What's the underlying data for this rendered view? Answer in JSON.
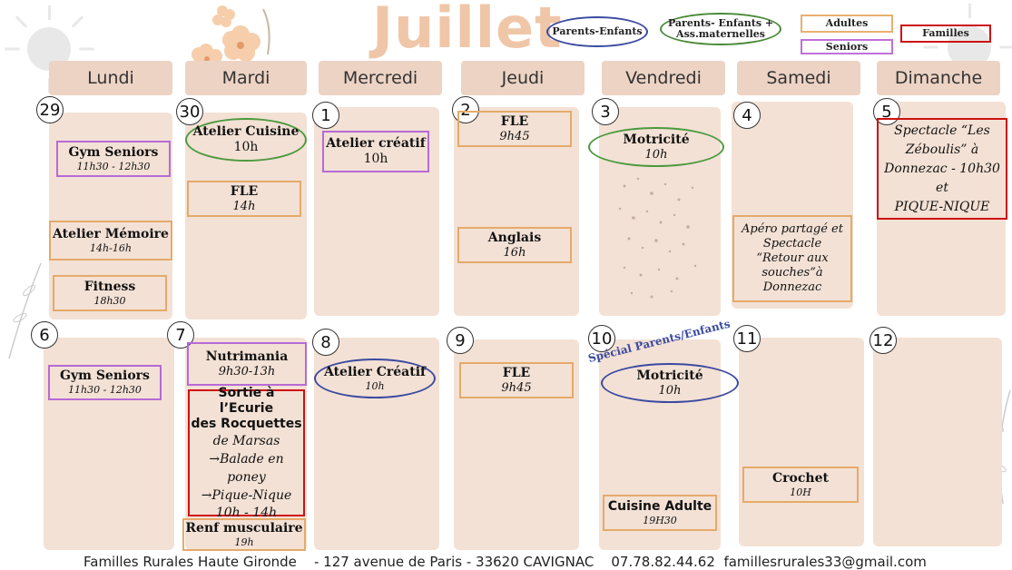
{
  "title": "Juillet",
  "legend": {
    "parents_enfants": "Parents-Enfants",
    "parents_enfants_ass": "Parents- Enfants + Ass.maternelles",
    "adultes": "Adultes",
    "seniors": "Seniors",
    "familles": "Familles"
  },
  "days": [
    "Lundi",
    "Mardi",
    "Mercredi",
    "Jeudi",
    "Vendredi",
    "Samedi",
    "Dimanche"
  ],
  "week1": {
    "nums": [
      "29",
      "30",
      "1",
      "2",
      "3",
      "4",
      "5"
    ],
    "lundi": {
      "e1": {
        "title": "Gym Seniors",
        "time": "11h30 - 12h30"
      },
      "e2": {
        "title": "Atelier Mémoire",
        "time": "14h-16h"
      },
      "e3": {
        "title": "Fitness",
        "time": "18h30"
      }
    },
    "mardi": {
      "e1": {
        "title": "Atelier Cuisine",
        "time": "10h"
      },
      "e2": {
        "title": "FLE",
        "time": "14h"
      }
    },
    "mercredi": {
      "e1": {
        "title": "Atelier créatif",
        "time": "10h"
      }
    },
    "jeudi": {
      "e1": {
        "title": "FLE",
        "time": "9h45"
      },
      "e2": {
        "title": "Anglais",
        "time": "16h"
      }
    },
    "vendredi": {
      "e1": {
        "title": "Motricité",
        "time": "10h"
      }
    },
    "samedi": {
      "e1": {
        "text": "Apéro partagé et Spectacle “Retour aux souches”à Donnezac"
      }
    },
    "dimanche": {
      "e1": {
        "text1": "Spectacle “Les Zéboulis” à Donnezac - 10h30",
        "text2": "et",
        "text3": "PIQUE-NIQUE"
      }
    }
  },
  "week2": {
    "nums": [
      "6",
      "7",
      "8",
      "9",
      "10",
      "11",
      "12"
    ],
    "lundi": {
      "e1": {
        "title": "Gym Seniors",
        "time": "11h30 - 12h30"
      }
    },
    "mardi": {
      "e1": {
        "title": "Nutrimania",
        "time": "9h30-13h"
      },
      "e2": {
        "title1": "Sortie à l’Ecurie",
        "title2": "des Rocquettes",
        "l1": "de Marsas",
        "l2": "→Balade en",
        "l3": "poney",
        "l4": "→Pique-Nique",
        "l5": "10h - 14h"
      },
      "e3": {
        "title": "Renf musculaire",
        "time": "19h"
      }
    },
    "mercredi": {
      "e1": {
        "title": "Atelier Créatif",
        "time": "10h"
      }
    },
    "jeudi": {
      "e1": {
        "title": "FLE",
        "time": "9h45"
      }
    },
    "vendredi": {
      "special": "Spécial Parents/Enfants",
      "e1": {
        "title": "Motricité",
        "time": "10h"
      },
      "e2": {
        "title": "Cuisine Adulte",
        "time": "19H30"
      }
    },
    "samedi": {
      "e1": {
        "title": "Crochet",
        "time": "10H"
      }
    }
  },
  "footer": {
    "org": "Familles Rurales Haute Gironde",
    "address": "- 127 avenue de Paris - 33620 CAVIGNAC",
    "phone": "07.78.82.44.62",
    "email": "famillesrurales33@gmail.com"
  },
  "colors": {
    "orange": "#e5aa6a",
    "purple": "#b76ad6",
    "red": "#cc1111",
    "green": "#4c9a3e",
    "blue": "#3b4aa0",
    "title": "#f0c6a8",
    "panel": "#f3e1d5"
  }
}
